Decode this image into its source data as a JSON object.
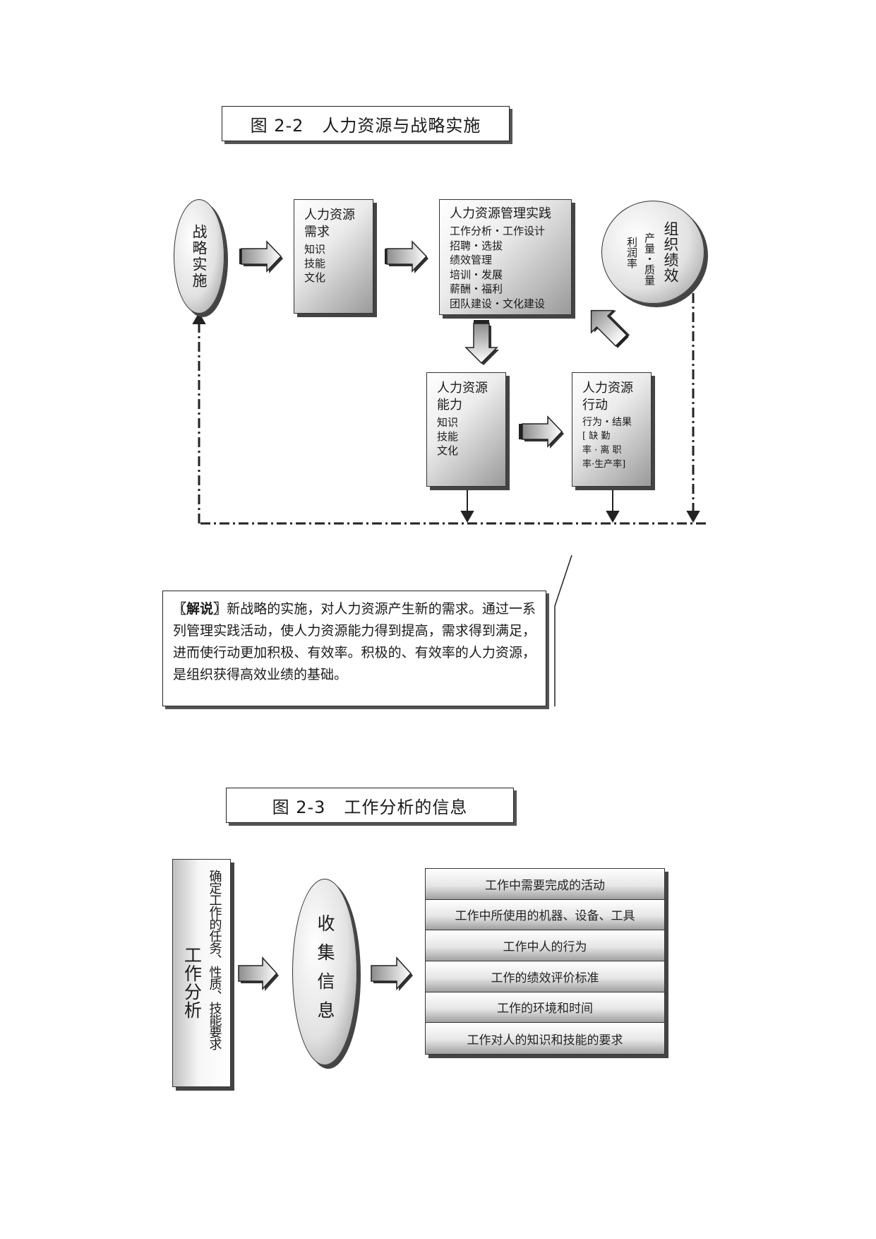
{
  "figure_2_2": {
    "caption_number": "图 2-2",
    "caption_title": "人力资源与战略实施",
    "strategy_node": "战略实施",
    "demand_box": {
      "title_line1": "人力资源",
      "title_line2": "需求",
      "items": [
        "知识",
        "技能",
        "文化"
      ]
    },
    "practice_box": {
      "title": "人力资源管理实践",
      "items": [
        "工作分析・工作设计",
        "招聘・选拔",
        "绩效管理",
        "培训・发展",
        "薪酬・福利",
        "团队建设・文化建设"
      ]
    },
    "performance_node": {
      "title": "组织绩效",
      "line1": "产量・质量",
      "line2": "利润率"
    },
    "capability_box": {
      "title_line1": "人力资源",
      "title_line2": "能力",
      "items": [
        "知识",
        "技能",
        "文化"
      ]
    },
    "action_box": {
      "title_line1": "人力资源",
      "title_line2": "行动",
      "items": [
        "行为・结果",
        "[ 缺 勤",
        "率 · 离 职",
        "率·生产率]"
      ]
    }
  },
  "explanation": {
    "label": "〖解说〗",
    "text": "新战略的实施，对人力资源产生新的需求。通过一系列管理实践活动，使人力资源能力得到提高，需求得到满足，进而使行动更加积极、有效率。积极的、有效率的人力资源，是组织获得高效业绩的基础。"
  },
  "figure_2_3": {
    "caption_number": "图 2-3",
    "caption_title": "工作分析的信息",
    "left_box": {
      "main": "工作分析",
      "sub": "确定工作的任务、性质、技能要求"
    },
    "center_node": "收集信息",
    "info_items": [
      "工作中需要完成的活动",
      "工作中所使用的机器、设备、工具",
      "工作中人的行为",
      "工作的绩效评价标准",
      "工作的环境和时间",
      "工作对人的知识和技能的要求"
    ]
  },
  "colors": {
    "ink": "#1a1a1a",
    "shadow": "#444444",
    "gradient_dark": "#9a9a9a"
  }
}
